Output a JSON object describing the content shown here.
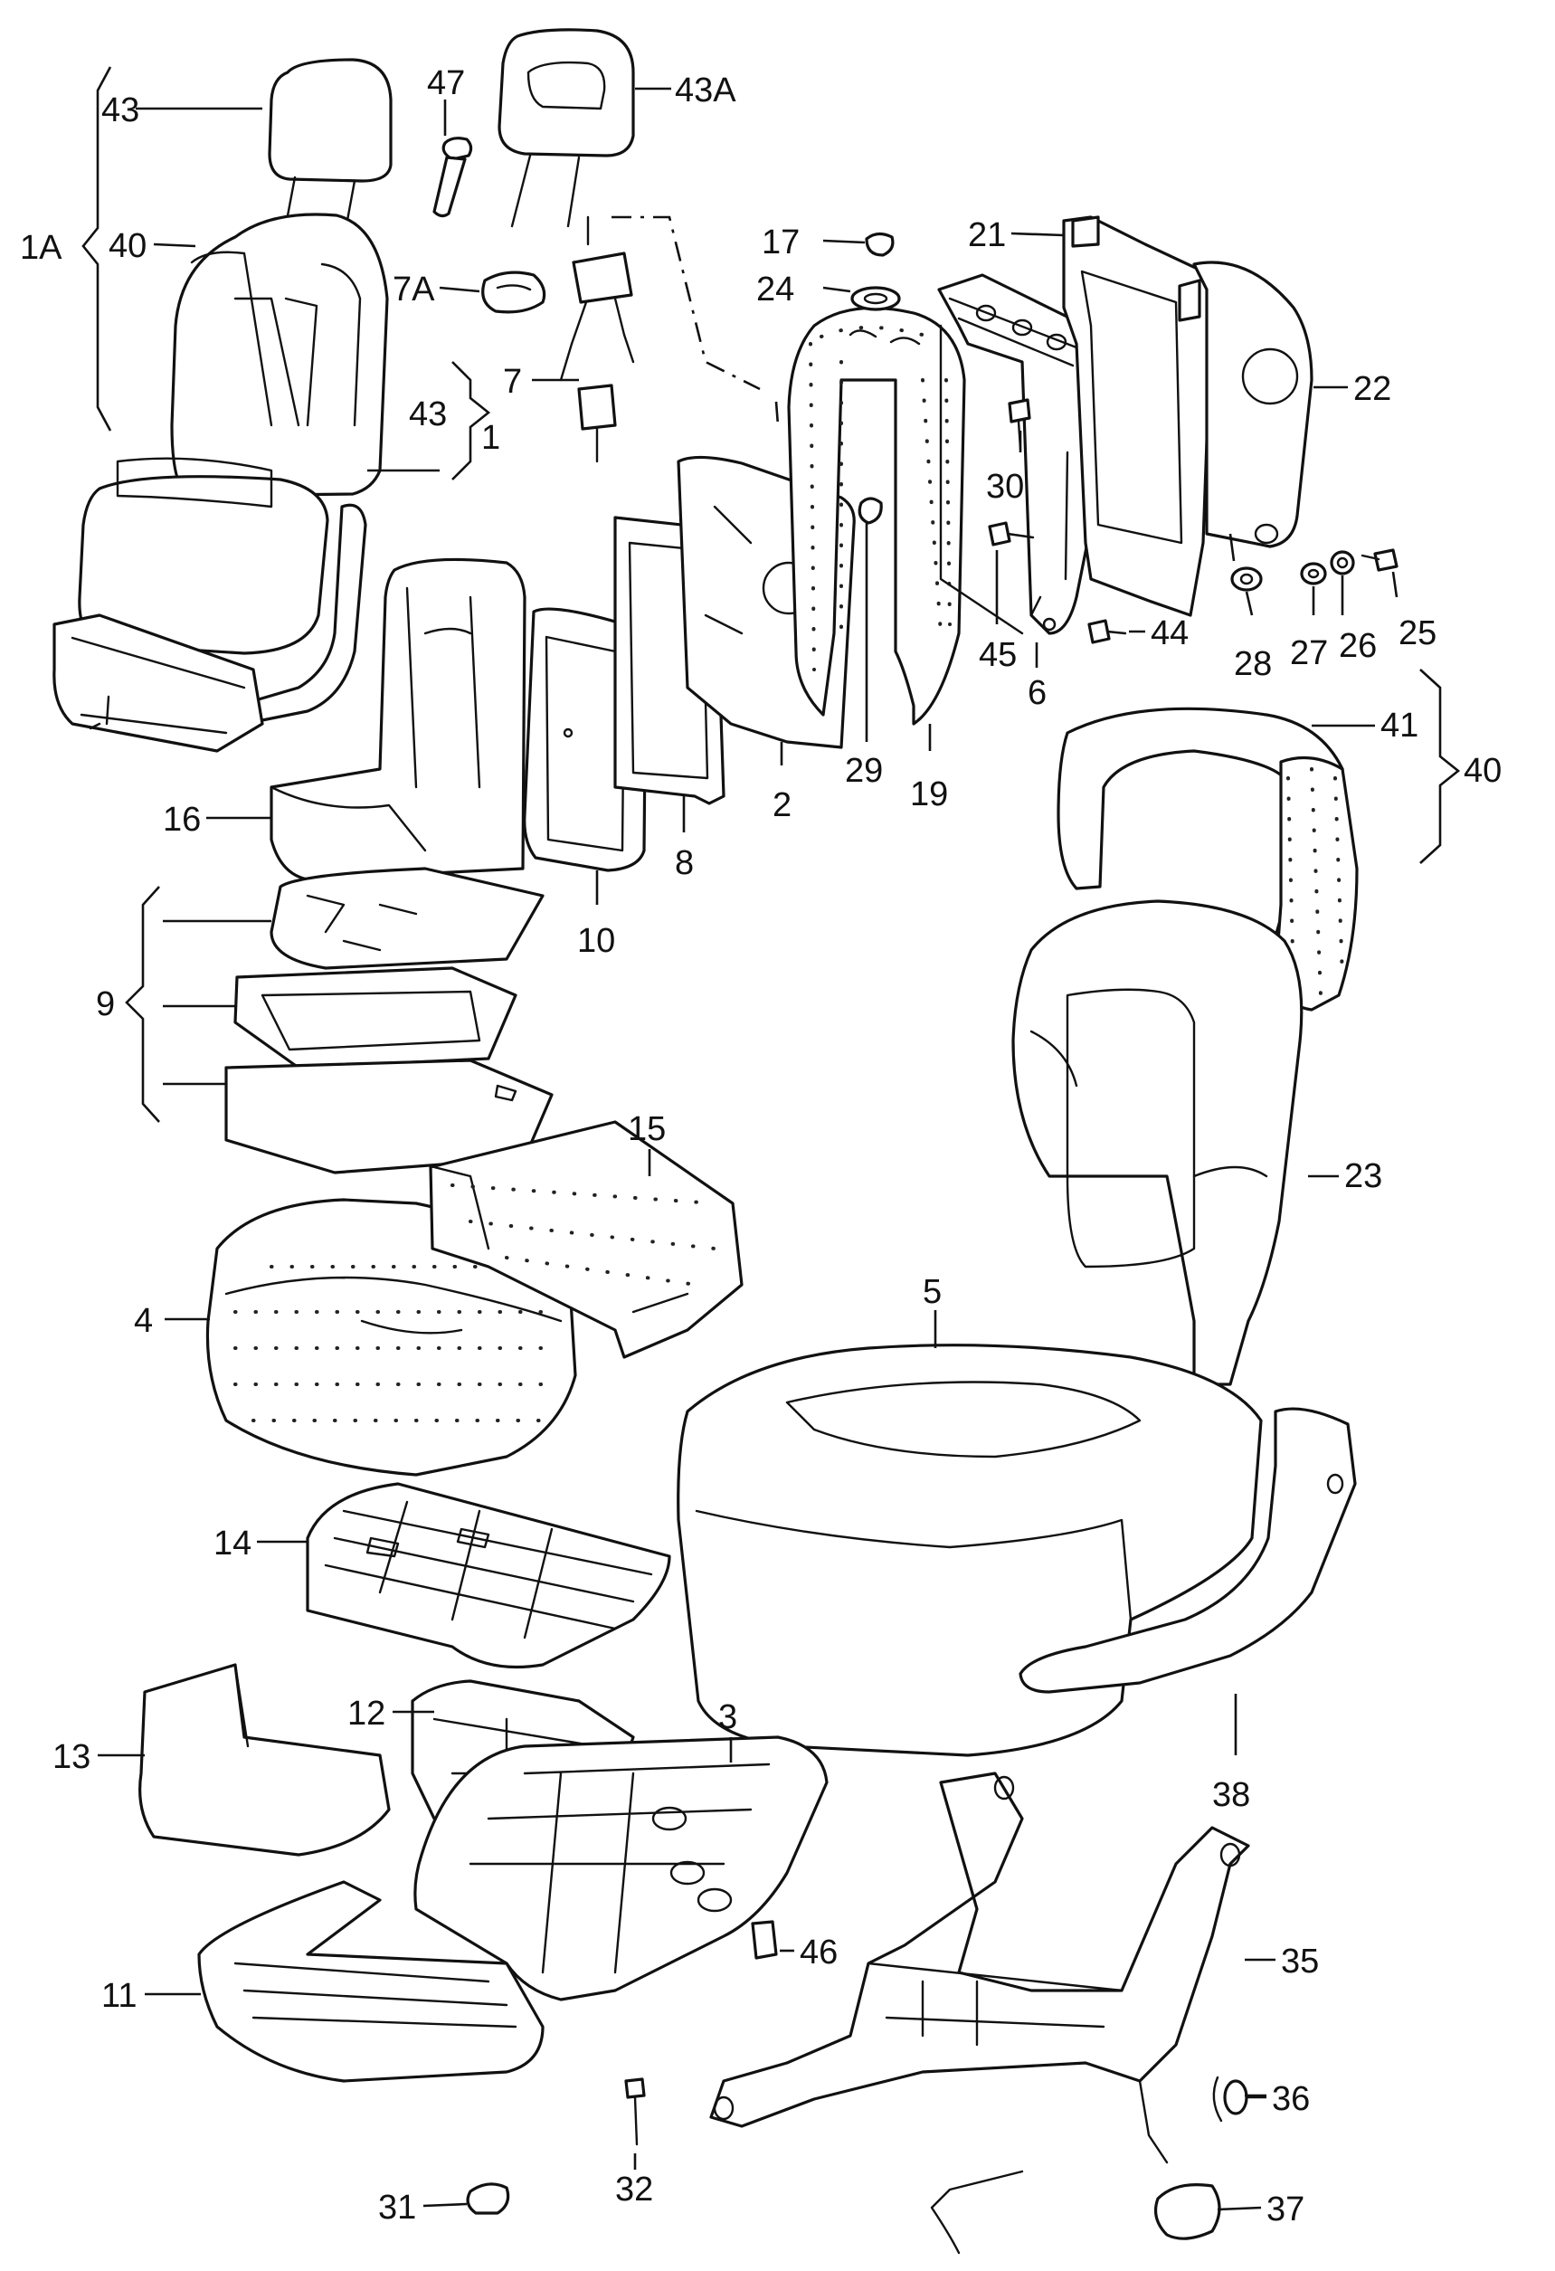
{
  "diagram": {
    "callouts": [
      {
        "id": "c-43-top",
        "text": "43"
      },
      {
        "id": "c-47",
        "text": "47"
      },
      {
        "id": "c-43a",
        "text": "43A"
      },
      {
        "id": "c-1a",
        "text": "1A"
      },
      {
        "id": "c-40-left",
        "text": "40"
      },
      {
        "id": "c-7a",
        "text": "7A"
      },
      {
        "id": "c-7",
        "text": "7"
      },
      {
        "id": "c-43-mid",
        "text": "43"
      },
      {
        "id": "c-1",
        "text": "1"
      },
      {
        "id": "c-17",
        "text": "17"
      },
      {
        "id": "c-24",
        "text": "24"
      },
      {
        "id": "c-21",
        "text": "21"
      },
      {
        "id": "c-22",
        "text": "22"
      },
      {
        "id": "c-30",
        "text": "30"
      },
      {
        "id": "c-45",
        "text": "45"
      },
      {
        "id": "c-44",
        "text": "44"
      },
      {
        "id": "c-6",
        "text": "6"
      },
      {
        "id": "c-28",
        "text": "28"
      },
      {
        "id": "c-27",
        "text": "27"
      },
      {
        "id": "c-26",
        "text": "26"
      },
      {
        "id": "c-25",
        "text": "25"
      },
      {
        "id": "c-29",
        "text": "29"
      },
      {
        "id": "c-19",
        "text": "19"
      },
      {
        "id": "c-2",
        "text": "2"
      },
      {
        "id": "c-8",
        "text": "8"
      },
      {
        "id": "c-10",
        "text": "10"
      },
      {
        "id": "c-16",
        "text": "16"
      },
      {
        "id": "c-41",
        "text": "41"
      },
      {
        "id": "c-40-right",
        "text": "40"
      },
      {
        "id": "c-9",
        "text": "9"
      },
      {
        "id": "c-15",
        "text": "15"
      },
      {
        "id": "c-23",
        "text": "23"
      },
      {
        "id": "c-4",
        "text": "4"
      },
      {
        "id": "c-5",
        "text": "5"
      },
      {
        "id": "c-14",
        "text": "14"
      },
      {
        "id": "c-38",
        "text": "38"
      },
      {
        "id": "c-12",
        "text": "12"
      },
      {
        "id": "c-3",
        "text": "3"
      },
      {
        "id": "c-13",
        "text": "13"
      },
      {
        "id": "c-46",
        "text": "46"
      },
      {
        "id": "c-35",
        "text": "35"
      },
      {
        "id": "c-11",
        "text": "11"
      },
      {
        "id": "c-36",
        "text": "36"
      },
      {
        "id": "c-32",
        "text": "32"
      },
      {
        "id": "c-31",
        "text": "31"
      },
      {
        "id": "c-37",
        "text": "37"
      }
    ]
  }
}
